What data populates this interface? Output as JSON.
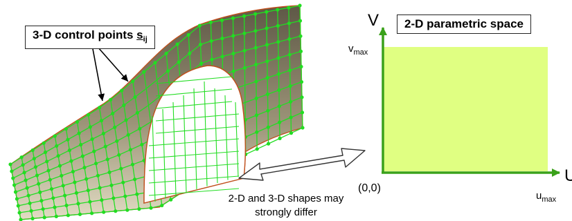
{
  "labels": {
    "control_points_text": "3-D control points ",
    "control_points_symbol": "s",
    "control_points_subscript": "ij",
    "param_space_title": "2-D parametric space",
    "axis_v": "V",
    "axis_u": "U",
    "vmax_main": "v",
    "vmax_sub": "max",
    "umax_main": "u",
    "umax_sub": "max",
    "origin": "(0,0)",
    "caption_line1": "2-D and 3-D shapes may",
    "caption_line2": "strongly differ"
  },
  "colors": {
    "param_fill": "#e0ff82",
    "axis_green": "#3aa11a",
    "mesh_green": "#22dd22",
    "surface_dark": "#6c6654",
    "surface_light": "#d4cdb4",
    "surface_edge": "#c0501e"
  }
}
